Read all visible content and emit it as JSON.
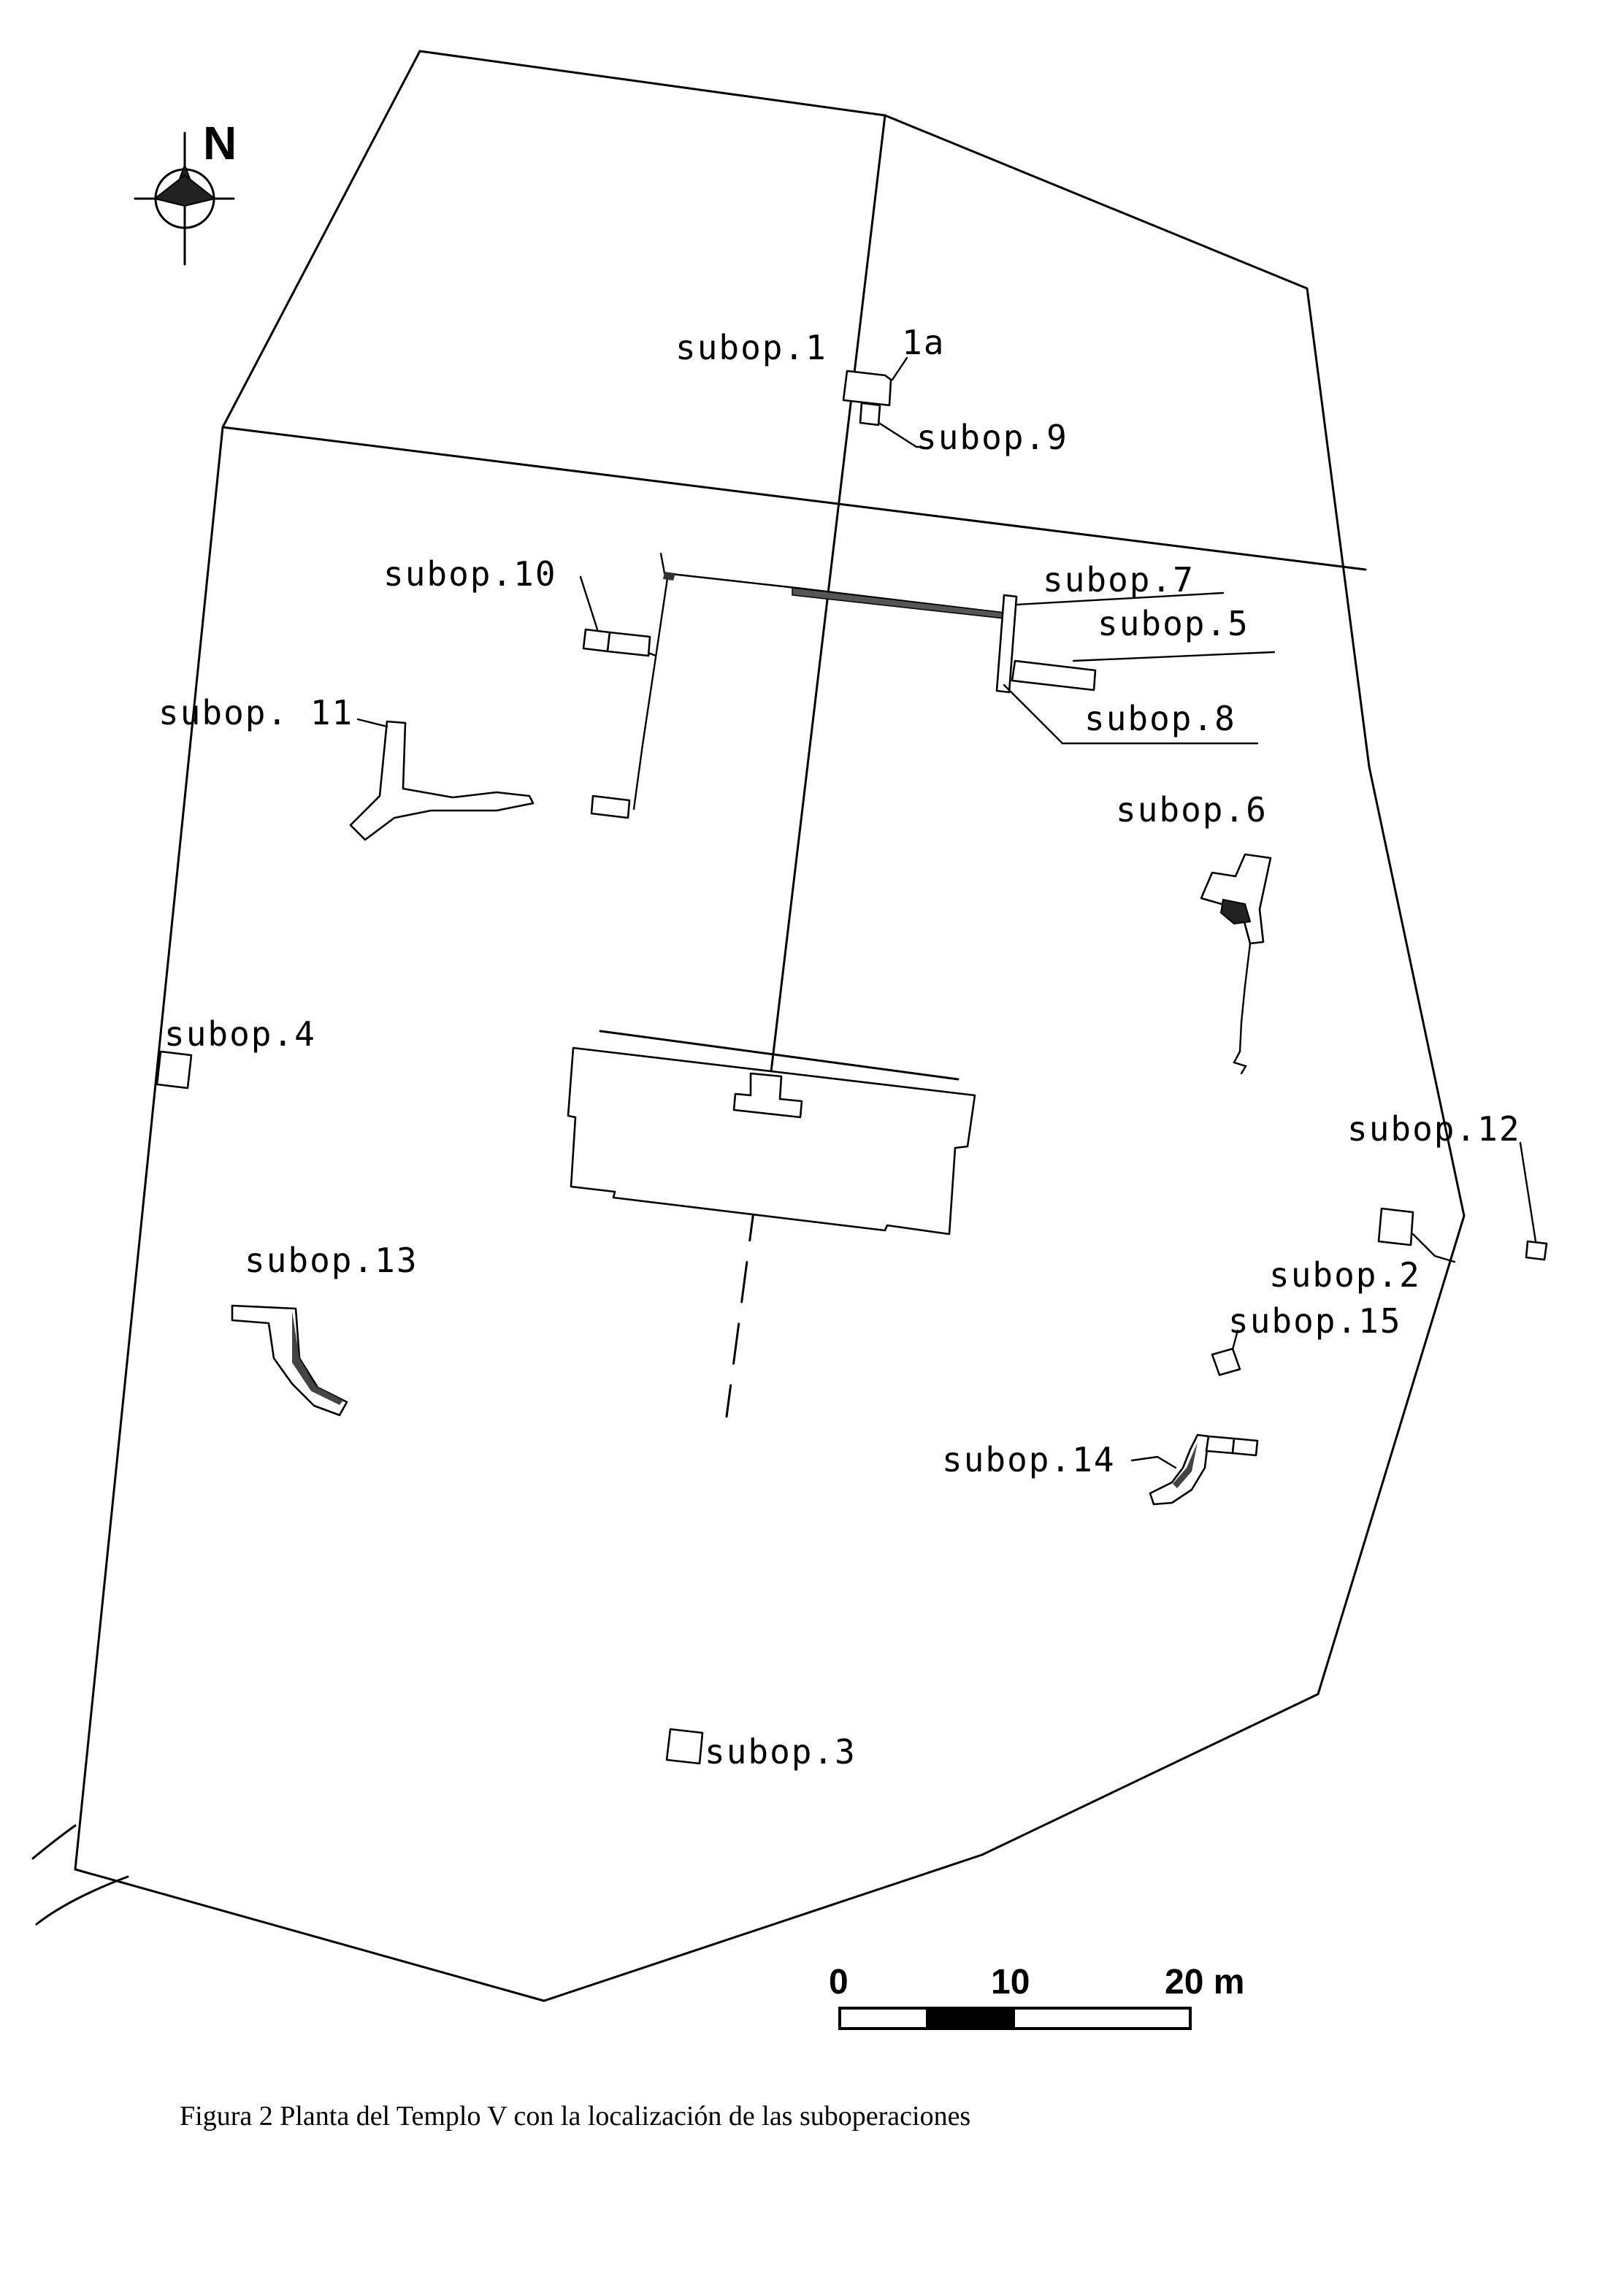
{
  "north_label": "N",
  "scale": {
    "ticks": [
      "0",
      "10",
      "20 m"
    ]
  },
  "labels": {
    "subop_1": "subop.1",
    "subop_1a": "1a",
    "subop_9": "subop.9",
    "subop_10": "subop.10",
    "subop_7": "subop.7",
    "subop_5": "subop.5",
    "subop_8": "subop.8",
    "subop_11": "subop. 11",
    "subop_6": "subop.6",
    "subop_4": "subop.4",
    "subop_12": "subop.12",
    "subop_2": "subop.2",
    "subop_13": "subop.13",
    "subop_15": "subop.15",
    "subop_14": "subop.14",
    "subop_3": "subop.3"
  },
  "caption": "Figura 2   Planta del Templo V con la localización de las suboperaciones"
}
